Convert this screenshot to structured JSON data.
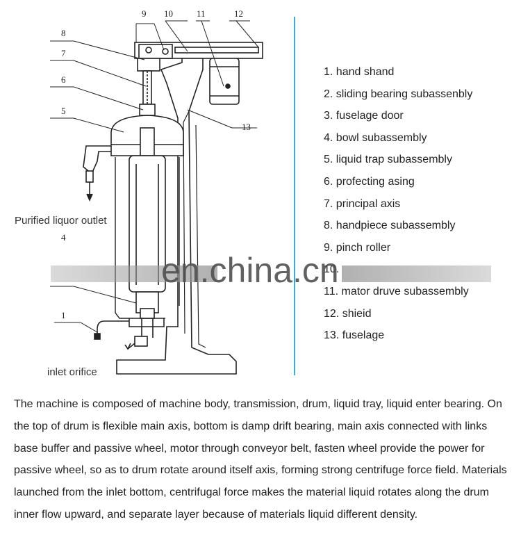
{
  "diagram": {
    "callout_numbers": [
      "9",
      "10",
      "11",
      "12",
      "8",
      "7",
      "6",
      "5",
      "13",
      "4",
      "1"
    ],
    "labels": {
      "outlet": "Purified liquor outlet",
      "inlet": "inlet orifice"
    }
  },
  "legend": [
    "1. hand shand",
    "2. sliding bearing subassenbly",
    "3. fuselage door",
    "4. bowl subassembly",
    "5. liquid trap subassembly",
    "6. profecting asing",
    "7. principal axis",
    "8. handpiece subassembly",
    "9. pinch roller",
    "10.",
    "11. mator druve subassembly",
    "12. shieid",
    "13. fuselage"
  ],
  "watermark": "en.china.cn",
  "description": "The machine is composed of machine body, transmission, drum, liquid tray, liquid enter bearing. On the top of drum is flexible main axis, bottom is damp drift bearing, main axis connected with links base buffer and passive wheel, motor through conveyor belt, fasten wheel provide the power for passive wheel, so as to drum rotate around itself axis, forming strong centrifuge force field. Materials launched from the inlet bottom, centrifugal force makes the material liquid rotates along the drum inner flow upward, and separate layer because of materials liquid different density."
}
